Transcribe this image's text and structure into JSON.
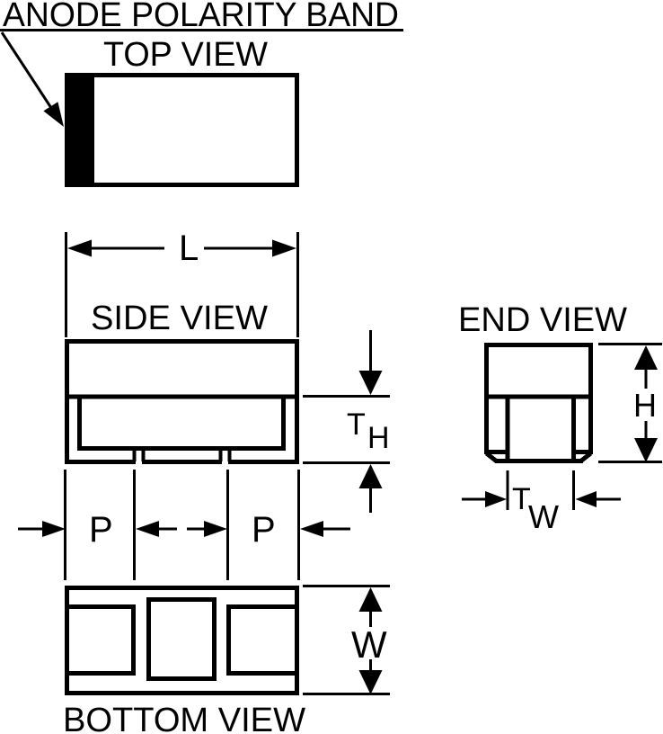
{
  "diagram": {
    "callout": {
      "label": "ANODE POLARITY BAND"
    },
    "views": {
      "top": {
        "label": "TOP VIEW"
      },
      "side": {
        "label": "SIDE VIEW"
      },
      "end": {
        "label": "END VIEW"
      },
      "bottom": {
        "label": "BOTTOM VIEW"
      }
    },
    "dimensions": {
      "length": {
        "label": "L"
      },
      "terminal_height": {
        "base": "T",
        "sub": "H"
      },
      "terminal_width": {
        "base": "T",
        "sub": "W"
      },
      "pitch_left": {
        "label": "P"
      },
      "pitch_right": {
        "label": "P"
      },
      "width": {
        "label": "W"
      },
      "height": {
        "label": "H"
      }
    },
    "colors": {
      "ink": "#000000",
      "background": "#ffffff"
    }
  }
}
